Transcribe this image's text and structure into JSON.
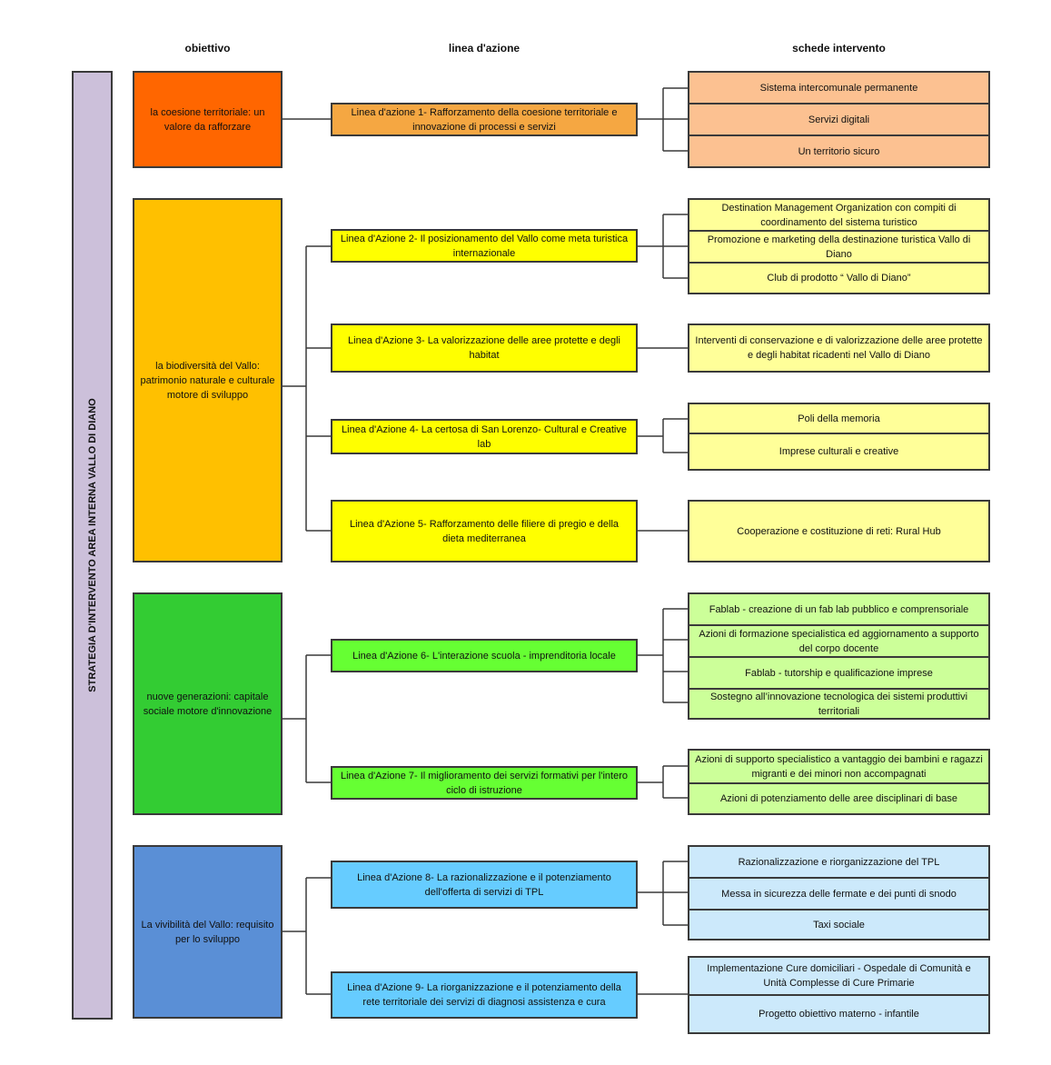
{
  "headers": {
    "obiettivo": "obiettivo",
    "linea": "linea d'azione",
    "schede": "schede intervento"
  },
  "sidebar": {
    "title": "STRATEGIA D'INTERVENTO AREA INTERNA VALLO DI DIANO",
    "color": "#ccc0da"
  },
  "objectives": [
    {
      "text": "la coesione territoriale: un valore da rafforzare",
      "color": "#ff6600"
    },
    {
      "text": "la biodiversità del Vallo: patrimonio naturale e culturale motore di sviluppo",
      "color": "#ffc000"
    },
    {
      "text": "nuove generazioni: capitale sociale motore d'innovazione",
      "color": "#33cc33"
    },
    {
      "text": "La vivibilità del Vallo: requisito per lo sviluppo",
      "color": "#5a8fd6"
    }
  ],
  "lines": [
    {
      "text": "Linea d'azione 1- Rafforzamento della coesione territoriale e innovazione di processi e servizi",
      "color": "#f5a742"
    },
    {
      "text": "Linea d'Azione 2- Il posizionamento del Vallo come meta turistica internazionale",
      "color": "#ffff00"
    },
    {
      "text": "Linea d'Azione 3- La valorizzazione delle aree protette e degli habitat",
      "color": "#ffff00"
    },
    {
      "text": "Linea d'Azione 4- La certosa di San Lorenzo- Cultural e Creative lab",
      "color": "#ffff00"
    },
    {
      "text": "Linea d'Azione 5- Rafforzamento delle filiere di pregio e della dieta mediterranea",
      "color": "#ffff00"
    },
    {
      "text": "Linea d'Azione 6- L'interazione scuola - imprenditoria locale",
      "color": "#66ff33"
    },
    {
      "text": "Linea d'Azione 7- Il miglioramento dei servizi formativi per l'intero ciclo di istruzione",
      "color": "#66ff33"
    },
    {
      "text": "Linea d'Azione 8- La razionalizzazione e il potenziamento dell'offerta di servizi di TPL",
      "color": "#66ccff"
    },
    {
      "text": "Linea d'Azione 9- La riorganizzazione e il potenziamento della rete territoriale dei servizi di diagnosi assistenza e cura",
      "color": "#66ccff"
    }
  ],
  "cards": [
    {
      "color": "#fcc191",
      "items": [
        "Sistema intercomunale permanente",
        "Servizi digitali",
        "Un territorio sicuro"
      ]
    },
    {
      "color": "#ffff99",
      "items": [
        "Destination Management Organization con compiti di coordinamento del sistema turistico",
        "Promozione e marketing della destinazione turistica Vallo di Diano",
        "Club di prodotto “ Vallo di Diano”"
      ]
    },
    {
      "color": "#ffff99",
      "items": [
        "Interventi di conservazione e di valorizzazione delle aree protette e degli habitat ricadenti nel Vallo di Diano"
      ]
    },
    {
      "color": "#ffff99",
      "items": [
        "Poli della memoria",
        "Imprese culturali e creative"
      ]
    },
    {
      "color": "#ffff99",
      "items": [
        "Cooperazione e costituzione di reti: Rural Hub"
      ]
    },
    {
      "color": "#ccff99",
      "items": [
        "Fablab - creazione di un fab lab pubblico e comprensoriale",
        "Azioni di formazione specialistica ed aggiornamento a supporto del corpo docente",
        "Fablab - tutorship e qualificazione imprese",
        "Sostegno all’innovazione tecnologica dei sistemi produttivi territoriali"
      ]
    },
    {
      "color": "#ccff99",
      "items": [
        "Azioni di supporto specialistico a vantaggio dei bambini e ragazzi migranti e dei minori non accompagnati",
        "Azioni di potenziamento delle aree disciplinari di base"
      ]
    },
    {
      "color": "#cce9fb",
      "items": [
        "Razionalizzazione e riorganizzazione del TPL",
        "Messa in sicurezza delle fermate e dei punti di snodo",
        "Taxi sociale"
      ]
    },
    {
      "color": "#cce9fb",
      "items": [
        "Implementazione Cure domiciliari - Ospedale di Comunità e Unità Complesse di Cure Primarie",
        "Progetto obiettivo materno - infantile"
      ]
    }
  ]
}
